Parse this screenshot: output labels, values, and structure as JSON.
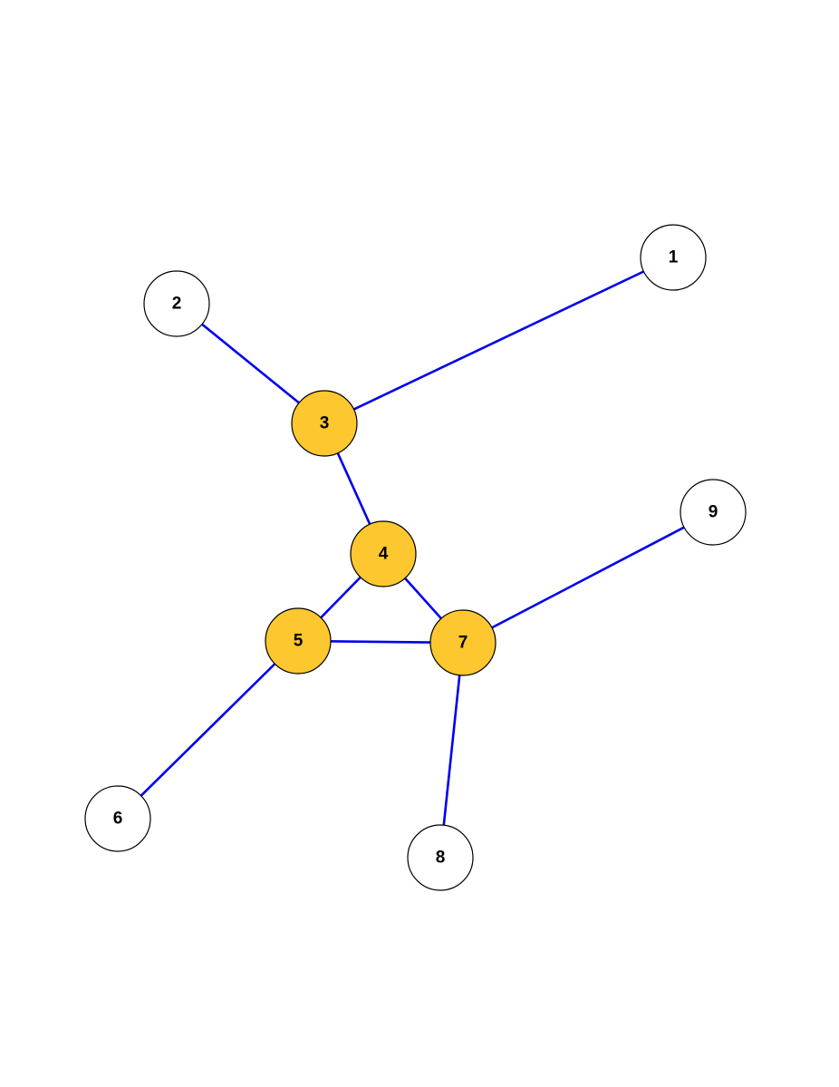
{
  "graph": {
    "colors": {
      "edge": "#0000ee",
      "highlight_fill": "#fdc72f",
      "normal_fill": "#ffffff",
      "stroke": "#000000"
    },
    "nodes": [
      {
        "id": "1",
        "label": "1",
        "highlighted": false
      },
      {
        "id": "2",
        "label": "2",
        "highlighted": false
      },
      {
        "id": "3",
        "label": "3",
        "highlighted": true
      },
      {
        "id": "4",
        "label": "4",
        "highlighted": true
      },
      {
        "id": "5",
        "label": "5",
        "highlighted": true
      },
      {
        "id": "6",
        "label": "6",
        "highlighted": false
      },
      {
        "id": "7",
        "label": "7",
        "highlighted": true
      },
      {
        "id": "8",
        "label": "8",
        "highlighted": false
      },
      {
        "id": "9",
        "label": "9",
        "highlighted": false
      }
    ],
    "edges": [
      {
        "source": "1",
        "target": "3"
      },
      {
        "source": "2",
        "target": "3"
      },
      {
        "source": "3",
        "target": "4"
      },
      {
        "source": "4",
        "target": "5"
      },
      {
        "source": "4",
        "target": "7"
      },
      {
        "source": "5",
        "target": "7"
      },
      {
        "source": "5",
        "target": "6"
      },
      {
        "source": "7",
        "target": "8"
      },
      {
        "source": "7",
        "target": "9"
      }
    ]
  }
}
